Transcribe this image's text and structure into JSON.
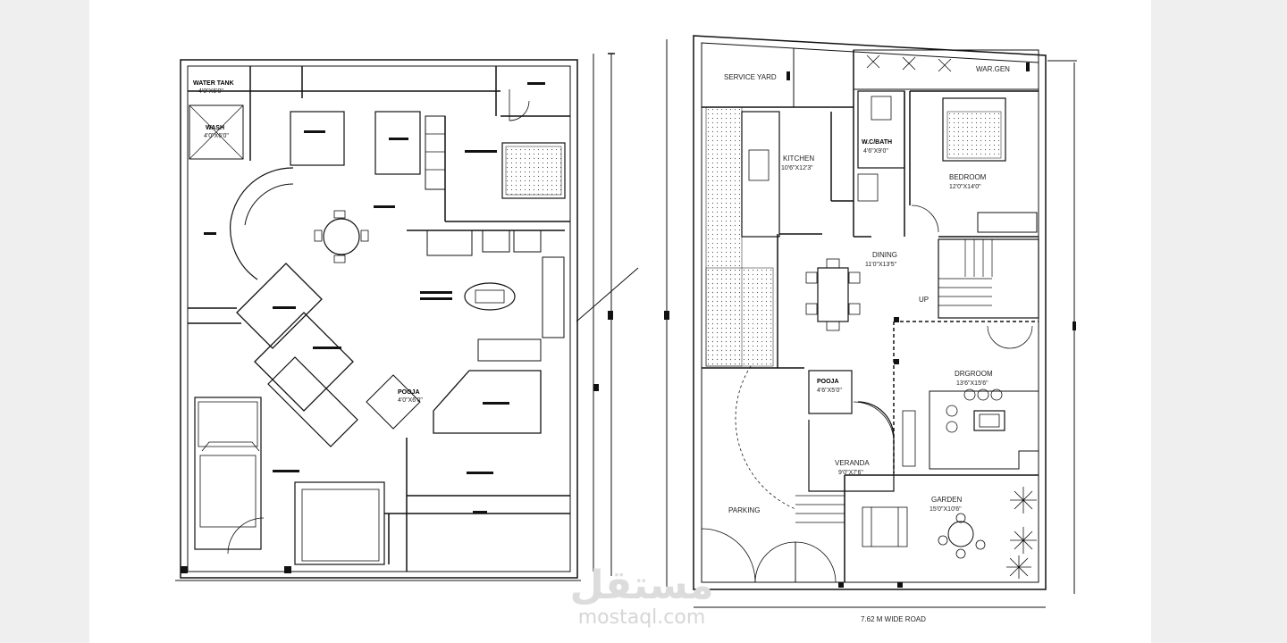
{
  "right_plan": {
    "rooms": [
      {
        "id": "service-yard",
        "name": "SERVICE YARD",
        "size": ""
      },
      {
        "id": "kitchen",
        "name": "KITCHEN",
        "size": "10'6\"X12'3\""
      },
      {
        "id": "wc-bath",
        "name": "W.C/BATH",
        "size": "4'6\"X9'0\""
      },
      {
        "id": "bedroom",
        "name": "BEDROOM",
        "size": "12'0\"X14'0\""
      },
      {
        "id": "dining",
        "name": "DINING",
        "size": "11'0\"X13'5\""
      },
      {
        "id": "pooja",
        "name": "POOJA",
        "size": "4'6\"X5'0\""
      },
      {
        "id": "drgroom",
        "name": "DRGROOM",
        "size": "13'6\"X15'6\""
      },
      {
        "id": "veranda",
        "name": "VERANDA",
        "size": "9'0\"X7'6\""
      },
      {
        "id": "garden",
        "name": "GARDEN",
        "size": "15'0\"X10'6\""
      },
      {
        "id": "parking",
        "name": "PARKING",
        "size": ""
      }
    ],
    "up_label": "UP",
    "road_label": "7.62 M WIDE ROAD",
    "top_right_label": "WAR.GEN"
  },
  "left_plan": {
    "top_left_room": "WATER TANK",
    "top_left_size": "4'0\"X6'0\"",
    "wash_label": "WASH",
    "wash_size": "4'0\"X6'0\"",
    "pooja_label": "POOJA",
    "pooja_size": "4'0\"X6'0\""
  },
  "watermark": {
    "arabic": "مستقل",
    "latin": "mostaql.com"
  },
  "colors": {
    "line": "#111111",
    "background": "#ffffff",
    "margin": "#efefef",
    "watermark": "#d9d9d9"
  }
}
